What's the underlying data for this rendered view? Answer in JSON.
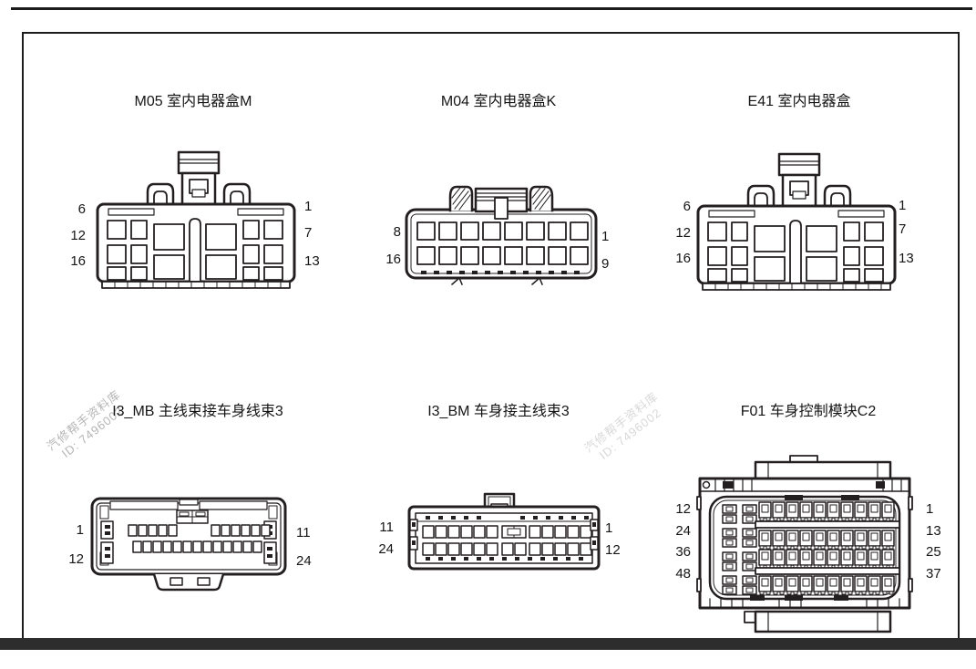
{
  "panel": {
    "background": "#ffffff",
    "border_color": "#1c1c1c",
    "bottom_bar_color": "#2d2d2d",
    "line_color": "#231f20"
  },
  "watermarks": [
    {
      "line1": "汽修帮手资料库",
      "line2": "ID: 7496002"
    },
    {
      "line1": "汽修帮手资料库",
      "line2": "ID: 7496002"
    }
  ],
  "connectors": [
    {
      "id": "M05",
      "title": "M05 室内电器盒M",
      "left_pins": [
        "6",
        "12",
        "16"
      ],
      "right_pins": [
        "1",
        "7",
        "13"
      ]
    },
    {
      "id": "M04",
      "title": "M04 室内电器盒K",
      "left_pins": [
        "8",
        "16"
      ],
      "right_pins": [
        "1",
        "9"
      ]
    },
    {
      "id": "E41",
      "title": "E41 室内电器盒",
      "left_pins": [
        "6",
        "12",
        "16"
      ],
      "right_pins": [
        "1",
        "7",
        "13"
      ]
    },
    {
      "id": "I3_MB",
      "title": "I3_MB 主线束接车身线束3",
      "left_pins": [
        "1",
        "12"
      ],
      "right_pins": [
        "11",
        "24"
      ]
    },
    {
      "id": "I3_BM",
      "title": "I3_BM 车身接主线束3",
      "left_pins": [
        "11",
        "24"
      ],
      "right_pins": [
        "1",
        "12"
      ]
    },
    {
      "id": "F01",
      "title": "F01 车身控制模块C2",
      "left_pins": [
        "12",
        "24",
        "36",
        "48"
      ],
      "right_pins": [
        "1",
        "13",
        "25",
        "37"
      ]
    }
  ]
}
